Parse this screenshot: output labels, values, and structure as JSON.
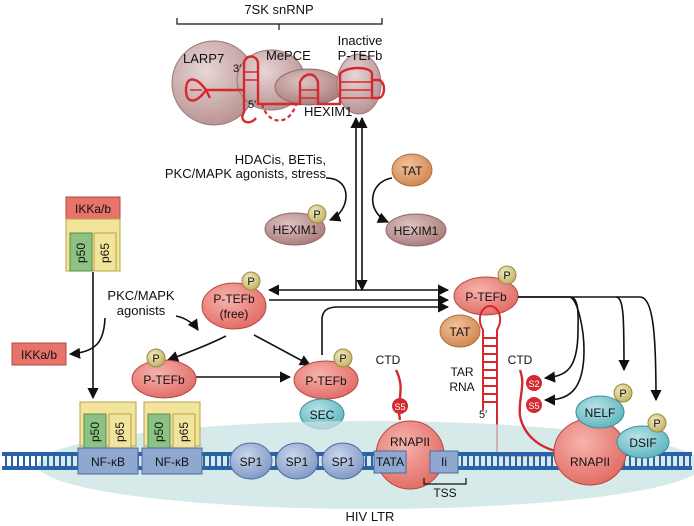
{
  "labels": {
    "snrnp": "7SK snRNP",
    "larp7": "LARP7",
    "mepce": "MePCE",
    "inactive": "Inactive",
    "ptefb": "P-TEFb",
    "hexim1": "HEXIM1",
    "three_prime": "3′",
    "five_prime": "5′",
    "hdac_line1": "HDACis, BETis,",
    "hdac_line2": "PKC/MAPK agonists, stress",
    "tat": "TAT",
    "ikk": "IKKa/b",
    "p50": "p50",
    "p65": "p65",
    "pkc_line1": "PKC/MAPK",
    "pkc_line2": "agonists",
    "free": "(free)",
    "p": "P",
    "sec": "SEC",
    "ctd": "CTD",
    "s5": "S5",
    "s2": "S2",
    "tar": "TAR",
    "rna": "RNA",
    "nelf": "NELF",
    "dsif": "DSIF",
    "rnapii": "RNAPII",
    "nfkb": "NF-κB",
    "sp1": "SP1",
    "tata": "TATA",
    "ii": "Ii",
    "tss": "TSS",
    "hiv_ltr": "HIV LTR"
  },
  "colors": {
    "ptefb": "#e8736a",
    "hexim": "#b88a88",
    "snrnp": "#c9a5a5",
    "tat": "#d9915a",
    "ikk": "#e8736a",
    "p50": "#8cc282",
    "p65": "#f2e49a",
    "sec": "#6bbfc8",
    "nelf": "#6bbfc8",
    "rnapii": "#e8736a",
    "promoter_box": "#8fa8cf",
    "dna": "#2a62a8",
    "ltr_ellipse": "#c9e3e3",
    "rna": "#d32a2f",
    "phospho": "#cdbf7a"
  }
}
